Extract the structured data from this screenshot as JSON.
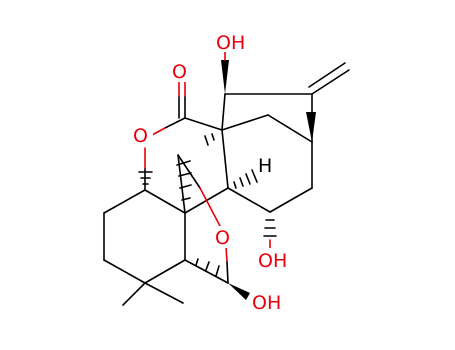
{
  "molecule": {
    "atom_labels": {
      "carbonyl_o": "O",
      "ring_o_left": "O",
      "ring_o_bridge": "O",
      "oh_top": "OH",
      "oh_mid": "OH",
      "oh_bottom": "OH",
      "h_stereo": "H"
    },
    "colors": {
      "bond": "#000000",
      "heteroatom": "#e8000b",
      "background": "#ffffff"
    }
  }
}
